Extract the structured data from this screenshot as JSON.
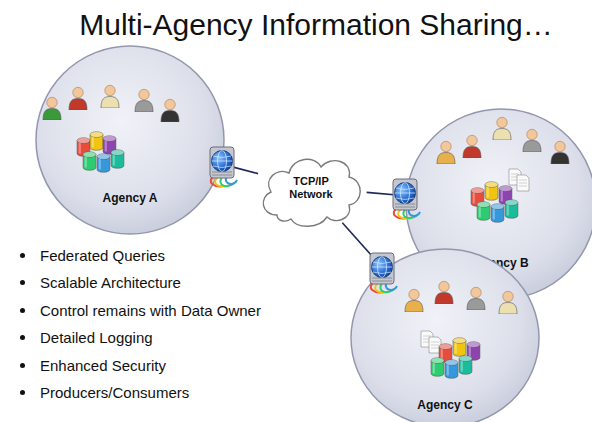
{
  "diagram": {
    "title": "Multi-Agency Information Sharing…",
    "nodes": [
      {
        "text": [
          "Agency A"
        ]
      },
      {
        "text": [
          "TCP/IP Network"
        ]
      },
      {
        "text": [
          "Agency B"
        ]
      },
      {
        "text": [
          "Agency C"
        ]
      }
    ],
    "edges": [
      {
        "from": 0,
        "to": 1,
        "arrow": "none"
      },
      {
        "from": 1,
        "to": 2,
        "arrow": "none"
      },
      {
        "from": 1,
        "to": 3,
        "arrow": "none"
      }
    ],
    "labels": [
      "Federated Queries",
      "Scalable Architecture",
      "Control remains with Data Owner",
      "Detailed Logging",
      "Enhanced Security",
      "Producers/Consumers"
    ]
  }
}
